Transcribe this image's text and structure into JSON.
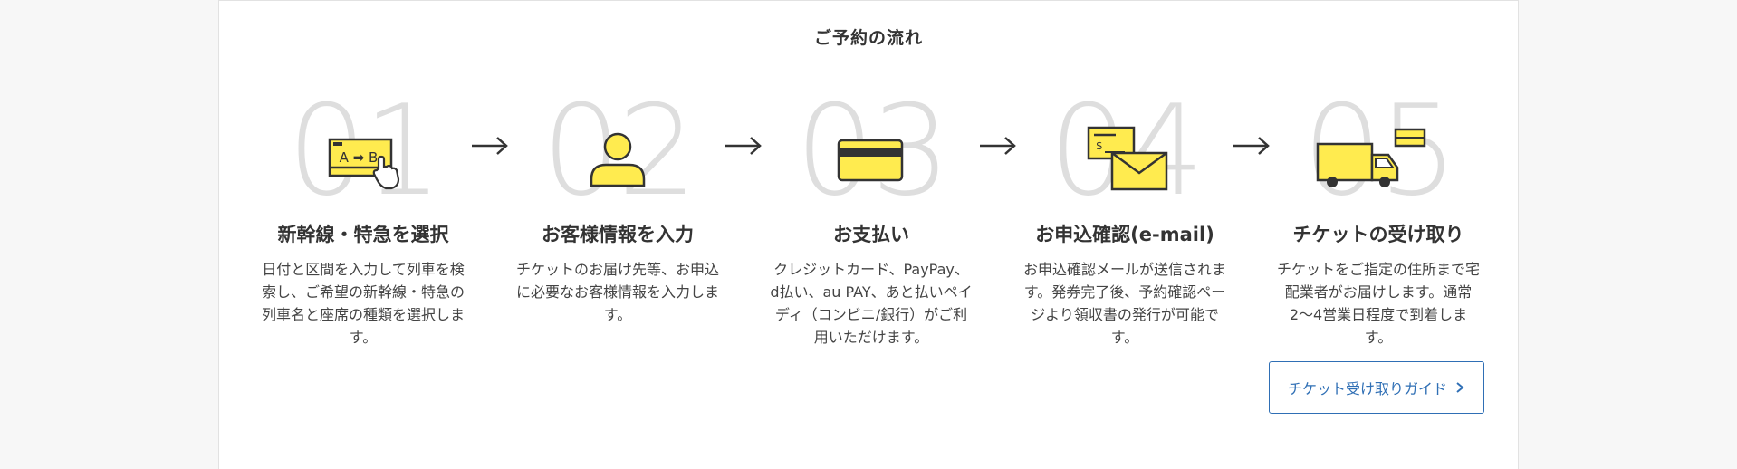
{
  "section_title": "ご予約の流れ",
  "steps": [
    {
      "number": "01",
      "icon": "ticket-route-select-icon",
      "title": "新幹線・特急を選択",
      "description": "日付と区間を入力して列車を検索し、ご希望の新幹線・特急の列車名と座席の種類を選択します。",
      "icon_text": "A ➡ B"
    },
    {
      "number": "02",
      "icon": "user-icon",
      "title": "お客様情報を入力",
      "description": "チケットのお届け先等、お申込に必要なお客様情報を入力します。"
    },
    {
      "number": "03",
      "icon": "credit-card-icon",
      "title": "お支払い",
      "description": "クレジットカード、PayPay、d払い、au PAY、あと払いペイディ（コンビニ/銀行）がご利用いただけます。"
    },
    {
      "number": "04",
      "icon": "invoice-email-icon",
      "title": "お申込確認(e-mail)",
      "description": "お申込確認メールが送信されます。発券完了後、予約確認ページより領収書の発行が可能です。",
      "icon_text": "$"
    },
    {
      "number": "05",
      "icon": "delivery-truck-icon",
      "title": "チケットの受け取り",
      "description": "チケットをご指定の住所まで宅配業者がお届けします。通常2〜4営業日程度で到着します。"
    }
  ],
  "guide_button": {
    "label": "チケット受け取りガイド",
    "icon": "chevron-right-icon"
  },
  "colors": {
    "accent_yellow": "#ffeb4f",
    "icon_stroke": "#333333",
    "step_number": "#dedede",
    "link_blue": "#2f6fb5"
  }
}
